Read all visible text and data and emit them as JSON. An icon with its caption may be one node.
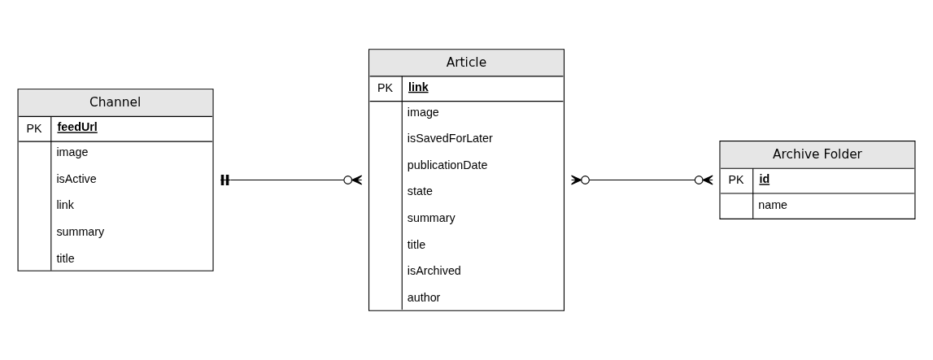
{
  "diagram": {
    "nodes": [
      {
        "text": [
          "Channel",
          "PK",
          "feedUrl",
          "image",
          "isActive",
          "link",
          "summary",
          "title"
        ]
      },
      {
        "text": [
          "Article",
          "PK",
          "link",
          "image",
          "isSavedForLater",
          "publicationDate",
          "state",
          "summary",
          "title",
          "isArchived",
          "author"
        ]
      },
      {
        "text": [
          "Archive Folder",
          "PK",
          "id",
          "name"
        ]
      }
    ],
    "edges": [
      {
        "from": 0,
        "to": 1,
        "arrow": "other"
      },
      {
        "from": 1,
        "to": 2,
        "arrow": "other"
      }
    ]
  }
}
